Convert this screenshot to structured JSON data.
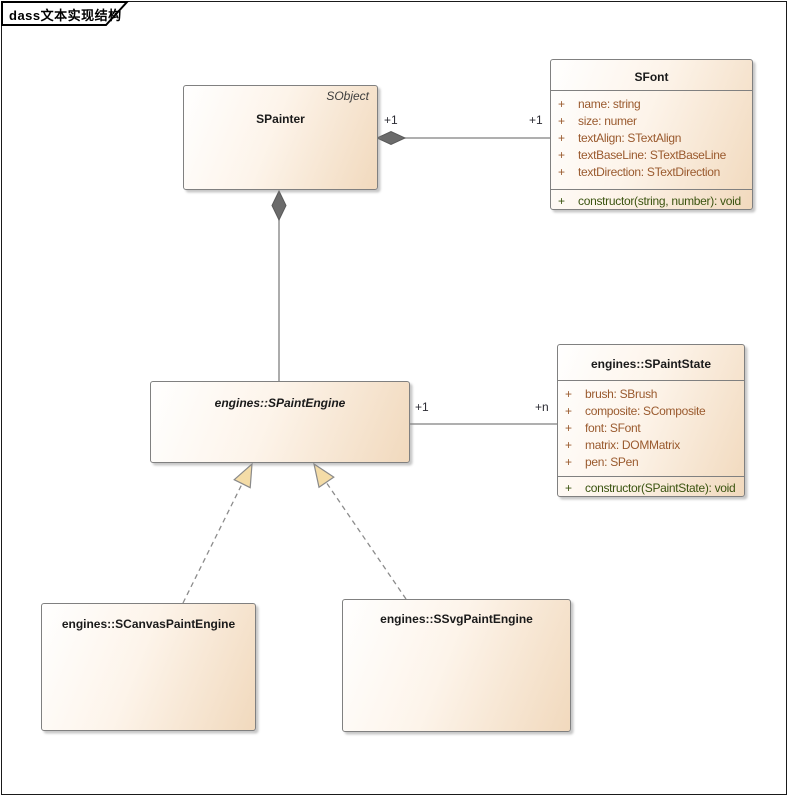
{
  "frame": {
    "label": "dass文本实现结构"
  },
  "classes": {
    "spainter": {
      "name": "SPainter",
      "stereotype": "SObject"
    },
    "sfont": {
      "name": "SFont",
      "attributes": [
        {
          "vis": "+",
          "text": "name: string"
        },
        {
          "vis": "+",
          "text": "size: numer"
        },
        {
          "vis": "+",
          "text": "textAlign: STextAlign"
        },
        {
          "vis": "+",
          "text": "textBaseLine: STextBaseLine"
        },
        {
          "vis": "+",
          "text": "textDirection: STextDirection"
        }
      ],
      "operations": [
        {
          "vis": "+",
          "text": "constructor(string, number): void"
        }
      ]
    },
    "spaintengine": {
      "name": "engines::SPaintEngine"
    },
    "spaintstate": {
      "name": "engines::SPaintState",
      "attributes": [
        {
          "vis": "+",
          "text": "brush: SBrush"
        },
        {
          "vis": "+",
          "text": "composite: SComposite"
        },
        {
          "vis": "+",
          "text": "font: SFont"
        },
        {
          "vis": "+",
          "text": "matrix: DOMMatrix"
        },
        {
          "vis": "+",
          "text": "pen: SPen"
        }
      ],
      "operations": [
        {
          "vis": "+",
          "text": "constructor(SPaintState): void"
        }
      ]
    },
    "scanvaspaintengine": {
      "name": "engines::SCanvasPaintEngine"
    },
    "ssvgpaintengine": {
      "name": "engines::SSvgPaintEngine"
    }
  },
  "connectors": {
    "painter_font_composition": {
      "type": "composition",
      "source_multiplicity": "+1",
      "target_multiplicity": "+1"
    },
    "painter_engine_composition": {
      "type": "composition"
    },
    "engine_state_association": {
      "type": "association",
      "source_multiplicity": "+1",
      "target_multiplicity": "+n"
    },
    "canvas_engine_realization": {
      "type": "realization"
    },
    "svg_engine_realization": {
      "type": "realization"
    }
  },
  "colors": {
    "attribute_text": "#9A5A2E",
    "operation_text": "#3A530F",
    "box_border": "#808080",
    "box_fill_end": "#F1D9BD",
    "diamond_fill": "#6B6B6B",
    "arrowhead_fill": "#F4DCA7",
    "line": "#7F7F7F",
    "frame_border": "#1A1A1A"
  }
}
